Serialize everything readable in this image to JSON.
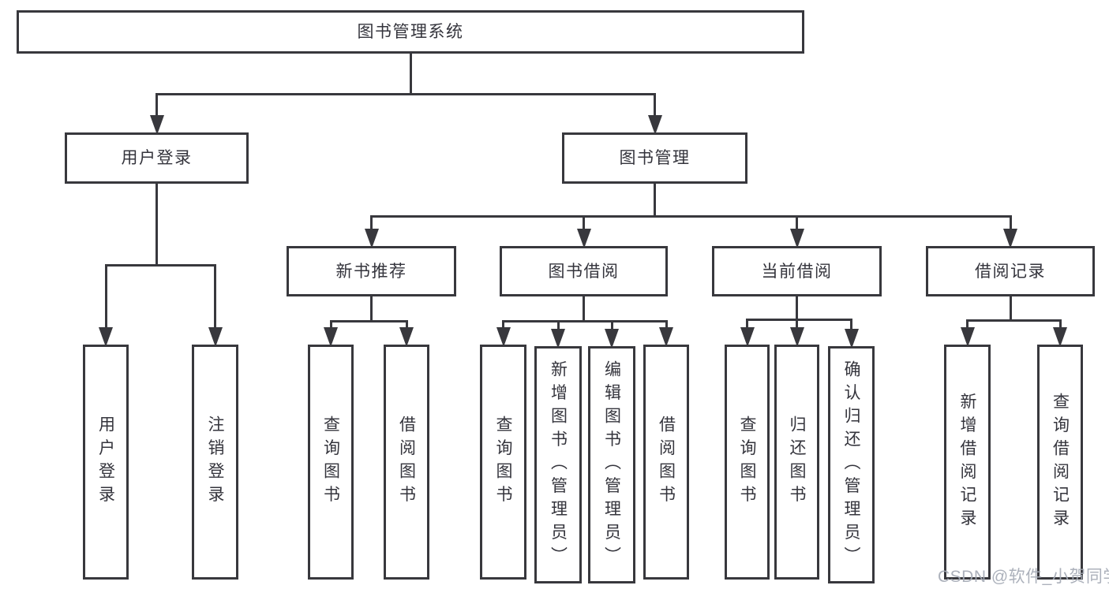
{
  "diagram": {
    "type": "tree",
    "title": "图书管理系统",
    "watermark": "CSDN @软件_小贺同学",
    "colors": {
      "background": "#ffffff",
      "box_border": "#38383d",
      "connector_line": "#38383d",
      "text": "#34343c",
      "watermark_text": "#a5abb6"
    }
  },
  "nodes": [
    {
      "id": "root",
      "label": "图书管理系统",
      "parent": null
    },
    {
      "id": "user-login-group",
      "label": "用户登录",
      "parent": "root"
    },
    {
      "id": "book-management",
      "label": "图书管理",
      "parent": "root"
    },
    {
      "id": "new-book-recommend",
      "label": "新书推荐",
      "parent": "book-management"
    },
    {
      "id": "book-borrowing",
      "label": "图书借阅",
      "parent": "book-management"
    },
    {
      "id": "current-borrowing",
      "label": "当前借阅",
      "parent": "book-management"
    },
    {
      "id": "borrowing-records",
      "label": "借阅记录",
      "parent": "book-management"
    },
    {
      "id": "user-login",
      "label": "用户登录",
      "parent": "user-login-group"
    },
    {
      "id": "logout",
      "label": "注销登录",
      "parent": "user-login-group"
    },
    {
      "id": "query-books-a",
      "label": "查询图书",
      "parent": "new-book-recommend"
    },
    {
      "id": "borrow-books-a",
      "label": "借阅图书",
      "parent": "new-book-recommend"
    },
    {
      "id": "query-books-b",
      "label": "查询图书",
      "parent": "book-borrowing"
    },
    {
      "id": "add-book-admin",
      "label": "新增图书（管理员）",
      "parent": "book-borrowing"
    },
    {
      "id": "edit-book-admin",
      "label": "编辑图书（管理员）",
      "parent": "book-borrowing"
    },
    {
      "id": "borrow-books-b",
      "label": "借阅图书",
      "parent": "book-borrowing"
    },
    {
      "id": "query-books-c",
      "label": "查询图书",
      "parent": "current-borrowing"
    },
    {
      "id": "return-books",
      "label": "归还图书",
      "parent": "current-borrowing"
    },
    {
      "id": "confirm-return-admin",
      "label": "确认归还（管理员）",
      "parent": "current-borrowing"
    },
    {
      "id": "add-borrow-record",
      "label": "新增借阅记录",
      "parent": "borrowing-records"
    },
    {
      "id": "query-borrow-record",
      "label": "查询借阅记录",
      "parent": "borrowing-records"
    }
  ]
}
